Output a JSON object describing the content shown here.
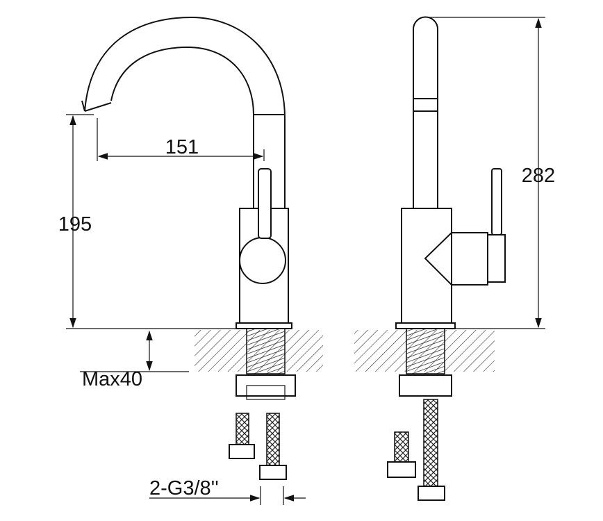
{
  "dimensions": {
    "spout_reach": "151",
    "spout_height": "195",
    "total_height": "282",
    "max_counter_thickness": "Max40",
    "connection_thread": "2-G3/8''"
  }
}
